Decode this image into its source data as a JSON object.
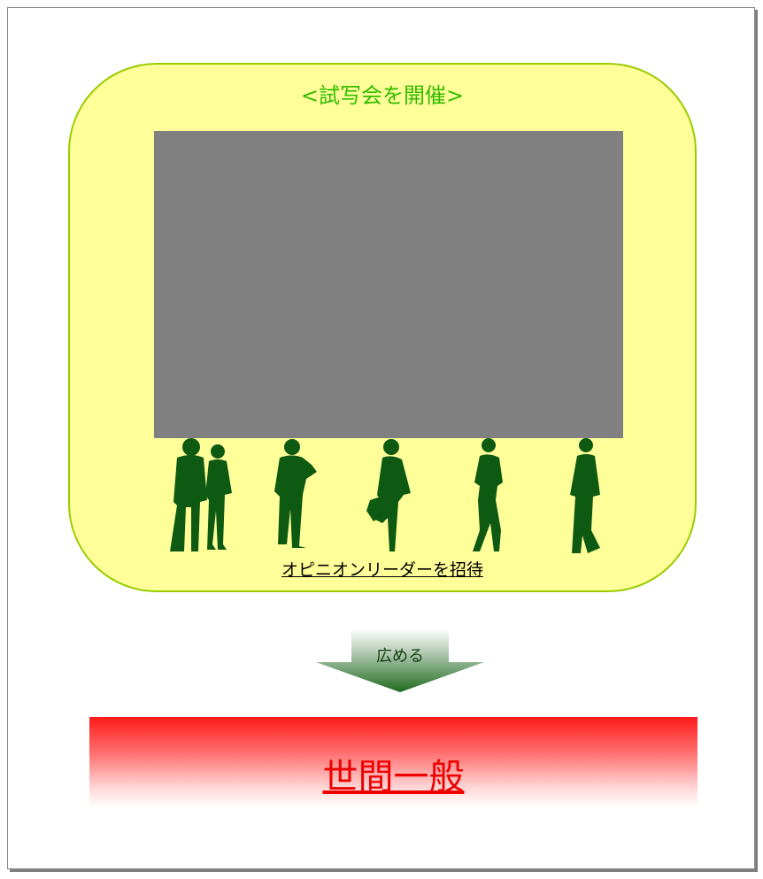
{
  "diagram": {
    "title": "<試写会を開催>",
    "invite_caption": "オピニオンリーダーを招待",
    "arrow_label": "広める",
    "destination": "世間一般"
  },
  "colors": {
    "panel_fill": "#ffff99",
    "panel_border": "#99cc00",
    "title_text": "#33bb00",
    "screen": "#808080",
    "silhouette": "#0e5a12",
    "arrow_top": "#ffffff",
    "arrow_bottom": "#1f6b1f",
    "banner_top": "#ff1a1a",
    "destination_text": "#ee0000"
  },
  "icons": {
    "audience": "business-people-silhouettes-icon",
    "arrow": "down-arrow-icon"
  }
}
